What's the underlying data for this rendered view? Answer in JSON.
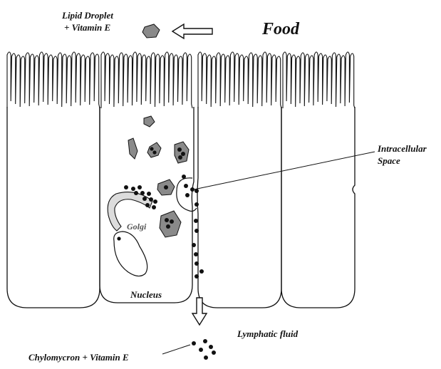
{
  "labels": {
    "lipid_droplet_line1": "Lipid Droplet",
    "lipid_droplet_line2": "+ Vitamin E",
    "food": "Food",
    "intracellular_line1": "Intracellular",
    "intracellular_line2": "Space",
    "golgi": "Golgi",
    "nucleus": "Nucleus",
    "lymphatic_fluid": "Lymphatic fluid",
    "chylomicron": "Chylomycron + Vitamin E"
  },
  "colors": {
    "outline": "#111111",
    "droplet_fill": "#8a8a8a",
    "golgi_fill": "#dcdcdc",
    "dot": "#111111",
    "background": "#ffffff"
  },
  "icons": {
    "food_arrow": "hollow-left-arrow",
    "exit_arrow": "hollow-down-arrow"
  }
}
